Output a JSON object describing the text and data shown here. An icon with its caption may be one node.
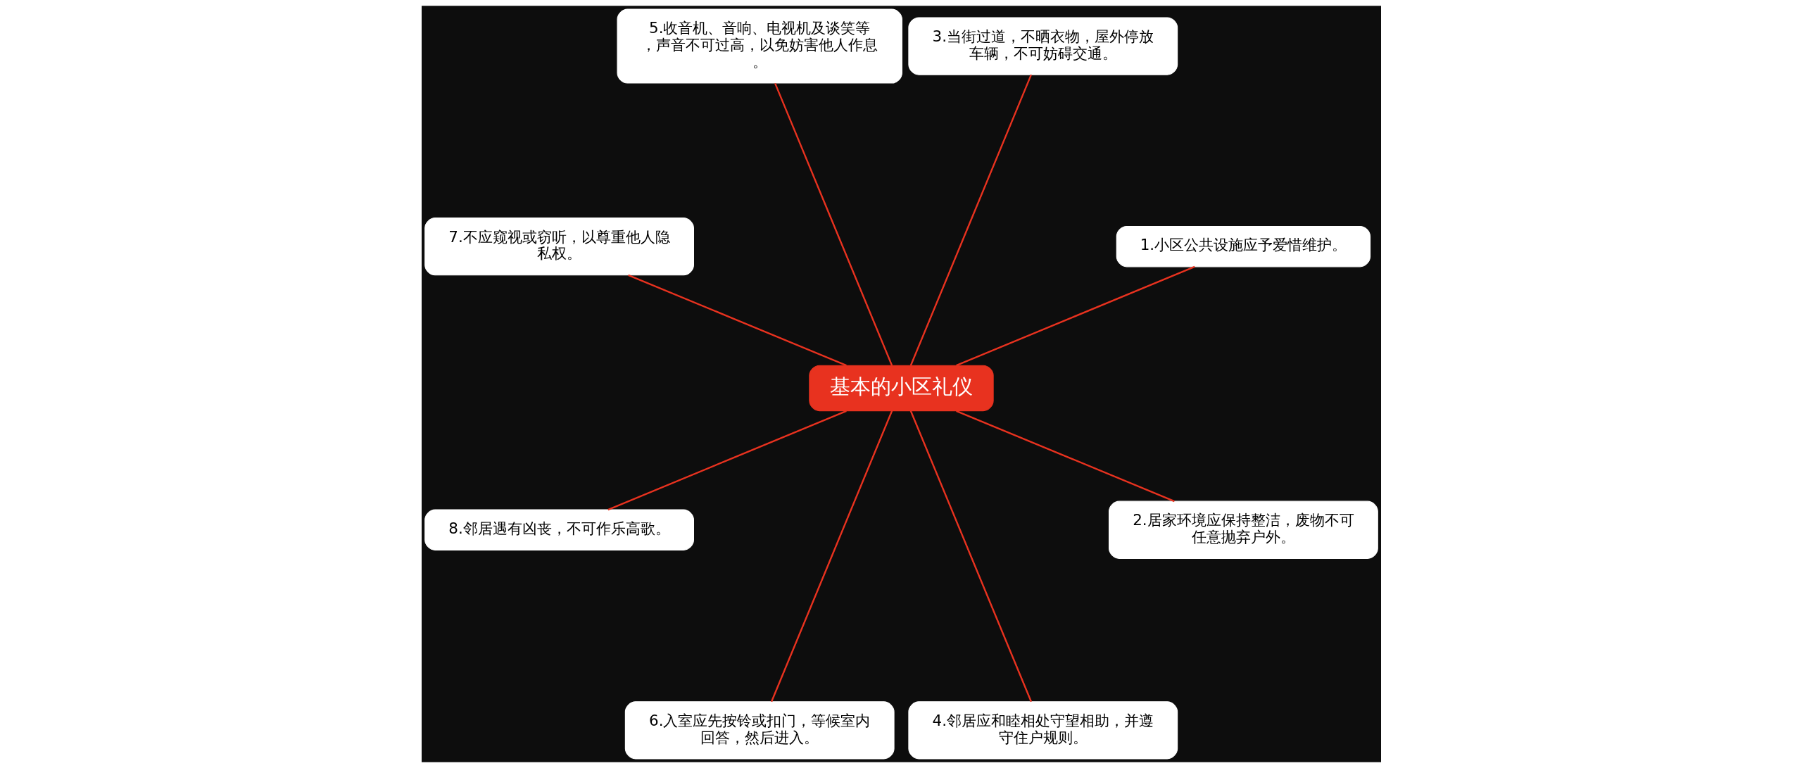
{
  "diagram": {
    "nodes": [
      {
        "text": [
          "基本的小区礼仪"
        ]
      },
      {
        "text": [
          "1.小区公共设施应予爱惜维护。"
        ]
      },
      {
        "text": [
          "2.居家环境应保持整洁，废物不可任意抛弃户外。"
        ]
      },
      {
        "text": [
          "3.当街过道，不晒衣物，屋外停放车辆，不可妨碍交通。"
        ]
      },
      {
        "text": [
          "4.邻居应和睦相处守望相助，并遵守住户规则。"
        ]
      },
      {
        "text": [
          "5.收音机、音响、电视机及谈笑等，声音不可过高，以免妨害他人作息。"
        ]
      },
      {
        "text": [
          "6.入室应先按铃或扣门，等候室内回答，然后进入。"
        ]
      },
      {
        "text": [
          "7.不应窥视或窃听，以尊重他人隐私权。"
        ]
      },
      {
        "text": [
          "8.邻居遇有凶丧，不可作乐高歌。"
        ]
      }
    ],
    "edges": [
      {
        "from": 0,
        "to": 1,
        "arrow": "none"
      },
      {
        "from": 0,
        "to": 2,
        "arrow": "none"
      },
      {
        "from": 0,
        "to": 3,
        "arrow": "none"
      },
      {
        "from": 0,
        "to": 4,
        "arrow": "none"
      },
      {
        "from": 0,
        "to": 5,
        "arrow": "none"
      },
      {
        "from": 0,
        "to": 6,
        "arrow": "none"
      },
      {
        "from": 0,
        "to": 7,
        "arrow": "none"
      },
      {
        "from": 0,
        "to": 8,
        "arrow": "none"
      }
    ]
  }
}
